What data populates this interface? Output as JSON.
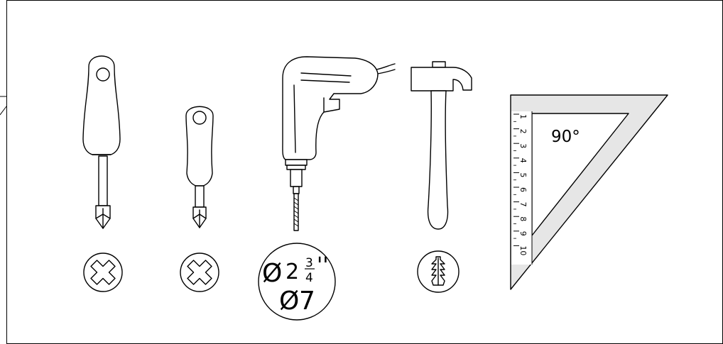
{
  "tools": [
    {
      "name": "Phillips screwdriver, large",
      "icon": "phillips-screwdriver-icon",
      "badge_icon": "phillips-screw-head-icon"
    },
    {
      "name": "Phillips screwdriver, small",
      "icon": "phillips-screwdriver-icon",
      "badge_icon": "phillips-screw-head-icon"
    },
    {
      "name": "Power drill",
      "icon": "power-drill-icon"
    },
    {
      "name": "Hammer",
      "icon": "hammer-icon",
      "badge_icon": "wall-anchor-icon"
    },
    {
      "name": "Set square",
      "icon": "set-square-icon"
    }
  ],
  "drill_bit": {
    "imperial_symbol": "Ø",
    "imperial_whole": "2",
    "imperial_num": "3",
    "imperial_den": "4",
    "imperial_unit": "''",
    "metric_symbol": "Ø",
    "metric_value": "7"
  },
  "set_square": {
    "angle_label": "90°",
    "ruler_ticks": [
      "1",
      "2",
      "3",
      "4",
      "5",
      "6",
      "7",
      "8",
      "9",
      "10"
    ]
  },
  "colors": {
    "line": "#000000",
    "background": "#ffffff",
    "square_fill": "#e6e6e6"
  }
}
